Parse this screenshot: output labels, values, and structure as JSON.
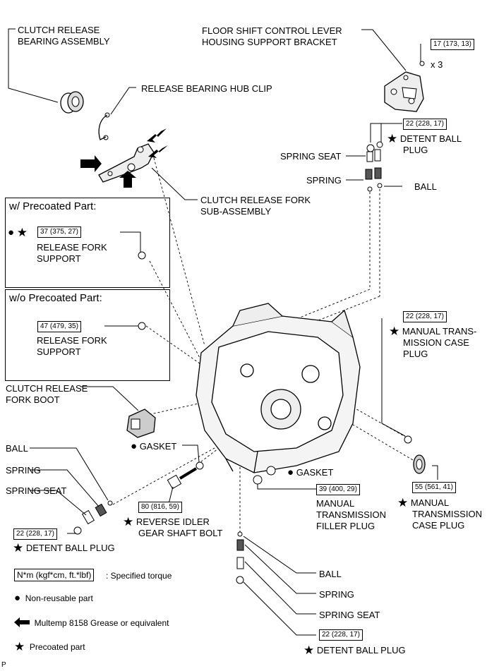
{
  "labels": {
    "clutch_release_bearing": [
      "CLUTCH RELEASE",
      "BEARING ASSEMBLY"
    ],
    "floor_shift_bracket": [
      "FLOOR SHIFT CONTROL LEVER",
      "HOUSING SUPPORT BRACKET"
    ],
    "bracket_count": "x 3",
    "release_bearing_hub_clip": "RELEASE BEARING HUB CLIP",
    "clutch_release_fork": [
      "CLUTCH RELEASE FORK",
      "SUB-ASSEMBLY"
    ],
    "detent_ball_plug_top": [
      "DETENT BALL",
      "PLUG"
    ],
    "spring_seat_top": "SPRING SEAT",
    "spring_top": "SPRING",
    "ball_top": "BALL",
    "release_fork_support_a": [
      "RELEASE FORK",
      "SUPPORT"
    ],
    "release_fork_support_b": [
      "RELEASE FORK",
      "SUPPORT"
    ],
    "mt_case_plug_right": [
      "MANUAL TRANS-",
      "MISSION CASE",
      "PLUG"
    ],
    "clutch_release_fork_boot": [
      "CLUTCH RELEASE",
      "FORK BOOT"
    ],
    "gasket_left": "GASKET",
    "gasket_right": "GASKET",
    "ball_left": "BALL",
    "spring_left": "SPRING",
    "spring_seat_left": "SPRING SEAT",
    "mt_filler_plug": [
      "MANUAL",
      "TRANSMISSION",
      "FILLER PLUG"
    ],
    "mt_case_plug_lower": [
      "MANUAL",
      "TRANSMISSION",
      "CASE PLUG"
    ],
    "reverse_idler_bolt": [
      "REVERSE IDLER",
      "GEAR SHAFT BOLT"
    ],
    "detent_ball_plug_left": "DETENT BALL PLUG",
    "ball_bottom": "BALL",
    "spring_bottom": "SPRING",
    "spring_seat_bottom": "SPRING SEAT",
    "detent_ball_plug_bottom": "DETENT BALL PLUG"
  },
  "torques": {
    "bracket": "17 (173, 13)",
    "detent_top": "22 (228, 17)",
    "fork_support_precoated": "37 (375, 27)",
    "fork_support_plain": "47 (479, 35)",
    "case_plug_right": "22 (228, 17)",
    "filler_plug": "39 (400, 29)",
    "case_plug_lower": "55 (561, 41)",
    "reverse_idler_bolt": "80 (816, 59)",
    "detent_left": "22 (228, 17)",
    "detent_bottom": "22 (228, 17)"
  },
  "panels": {
    "with_precoated": "w/ Precoated Part:",
    "without_precoated": "w/o Precoated Part:"
  },
  "legend": {
    "torque_unit": "N*m (kgf*cm, ft.*lbf)",
    "torque_desc": ": Specified torque",
    "non_reusable": "Non-reusable part",
    "grease": "Multemp 8158 Grease or equivalent",
    "precoated": "Precoated part"
  },
  "corner_mark": "P",
  "symbols": {
    "non_reusable": "filled-circle-icon",
    "precoated": "star-icon",
    "grease": "arrow-icon"
  }
}
